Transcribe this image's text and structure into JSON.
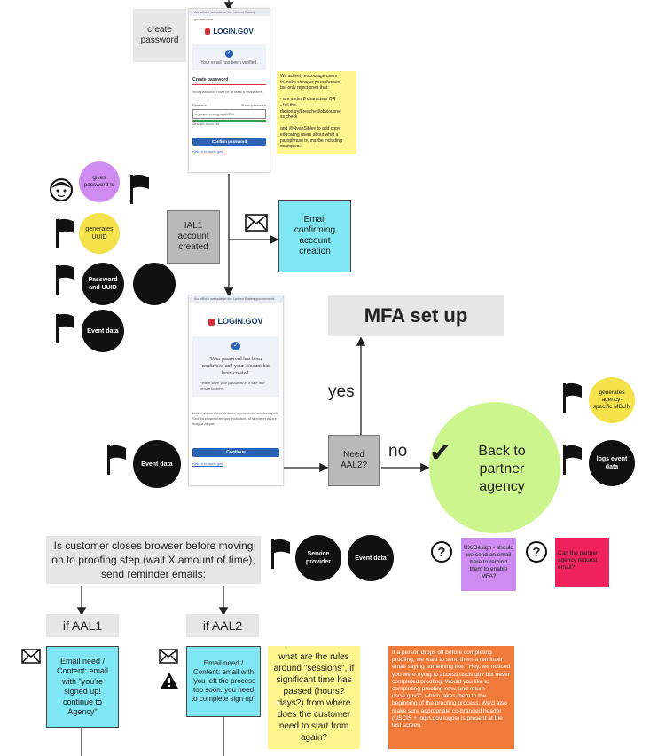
{
  "steps": {
    "create_password": "create password",
    "ial1": "IAL1 account created",
    "email_confirm": "Email confirming account creation",
    "mfa_setup": "MFA set up",
    "need_aal2": "Need AAL2?",
    "back_to_partner": "Back to partner agency",
    "yes": "yes",
    "no": "no"
  },
  "notes": {
    "password_note_lines": [
      "We actively encourage users",
      "to make stronger passphrases,",
      "but only reject ones that",
      "",
      "- are under 8 characters OR",
      "- fail the",
      "dictionary/breached/obviousne",
      "ss check",
      "",
      "and @RyanSibley to add copy",
      "educating users about what a",
      "passphrase is, maybe including",
      "examples."
    ],
    "sessions_question": "what are the rules around \"sessions\", if significant time has passed (hours? days?) from where does the customer need to start from again?",
    "partner_email_question": "Can the partner agency request email?",
    "ux_design_question": "UX/Design - should we send an email here to remind them to enable MFA?",
    "reminder_email_note": "If a person drops off before completing proofing, we want to send them a reminder email saying something like: \"Hey, we noticed you were trying to access uscis.gov but never completed proofing. Would you like to completing proofing now, and return uscis.gov?\", which takes them to the beginning of the proofing process. We'd also make sure appropriate co-branded header (USCIS + login.gov logos) is present at the last screen."
  },
  "data_events": {
    "gives_password": "gives password to",
    "generates_uuid": "generates UUID",
    "password_and_uuid": "Password and UUID",
    "event_data": "Event data",
    "generates_mbun": "generates agency-specific MBUN",
    "logs_event_data": "logs event data",
    "service_provider": "Service provider"
  },
  "reminder": {
    "title": "Is customer closes browser before moving on to proofing step (wait X amount of time), send reminder emails:",
    "aal1": "if AAL1",
    "aal2": "if AAL2",
    "email_aal1": "Email need / Content: email with \"you're signed up! continue to Agency\"",
    "email_aal2": "Email need / Content: email with \"you left the process too soon. you need to complete sign up\""
  },
  "mockup1": {
    "gov_banner": "An official website of the United States government",
    "logo": "LOGIN.GOV",
    "verified": "Your email has been verified.",
    "heading": "Create password",
    "hint": "Your password must be at least 8 characters.",
    "password_label": "Password",
    "show_password": "Show password",
    "password_value": "mysuperstrongpass1234",
    "strength": "Strength: Avoid this",
    "button": "Confirm password",
    "link": "Return to uscis.gov"
  },
  "mockup2": {
    "gov_banner": "An official website of the United States government",
    "logo": "LOGIN.GOV",
    "heading": "Your password has been confirmed and your account has been created.",
    "subtext": "Please store your password in a safe and secure location.",
    "body": "Lorem ipsum dolor sit amet, consectetur adipiscing elit. Sed do eiusmod tempor incididunt, ut labore et dolore magna aliqua.",
    "button": "Continue",
    "link": "Return to uscis.gov"
  },
  "colors": {
    "cyan": "#7fe6f4",
    "yellow": "#fff68f",
    "lime": "#cdf58d",
    "purple": "#cf8cf0",
    "pink": "#f0225e",
    "orange": "#f07a3a",
    "gray": "#e6e6e6",
    "dark_gray": "#b9b9b9"
  }
}
